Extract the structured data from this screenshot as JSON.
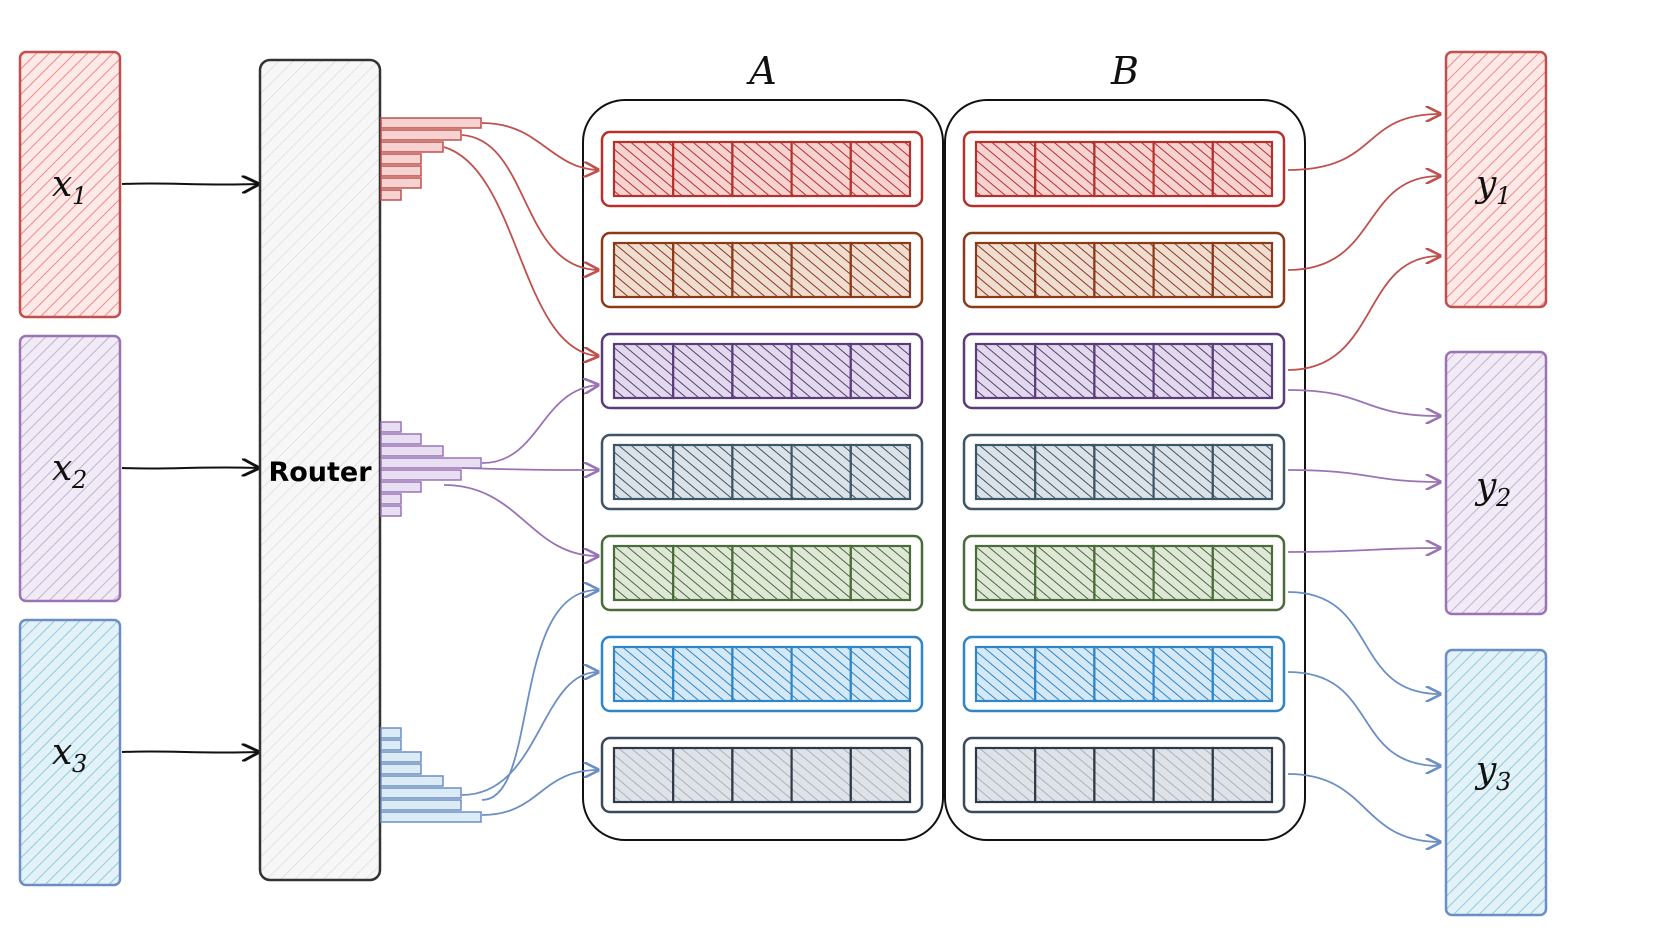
{
  "colors": {
    "red": "#b7312c",
    "brown": "#8b3a1a",
    "purple": "#5a3d7a",
    "slate": "#3e5566",
    "green": "#4a6b3a",
    "blue": "#2f86c6",
    "gray": "#3b4a5a",
    "purple_edge": "#9a73b5",
    "blue_edge": "#6b8ec4",
    "red_fill": "#f4b7b5",
    "purple_fill": "#d7c7e6",
    "blue_fill": "#a9d6e6"
  },
  "inputs": [
    {
      "var": "x",
      "sub": "1",
      "color": "red"
    },
    {
      "var": "x",
      "sub": "2",
      "color": "purple"
    },
    {
      "var": "x",
      "sub": "3",
      "color": "blue"
    }
  ],
  "router": {
    "label": "Router"
  },
  "groups": [
    {
      "label": "A"
    },
    {
      "label": "B"
    }
  ],
  "expert_rows": [
    {
      "color": "red"
    },
    {
      "color": "brown"
    },
    {
      "color": "purple"
    },
    {
      "color": "slate"
    },
    {
      "color": "green"
    },
    {
      "color": "blue"
    },
    {
      "color": "gray"
    }
  ],
  "cells_per_row": 5,
  "outputs": [
    {
      "var": "y",
      "sub": "1",
      "color": "red"
    },
    {
      "var": "y",
      "sub": "2",
      "color": "purple"
    },
    {
      "var": "y",
      "sub": "3",
      "color": "blue"
    }
  ]
}
